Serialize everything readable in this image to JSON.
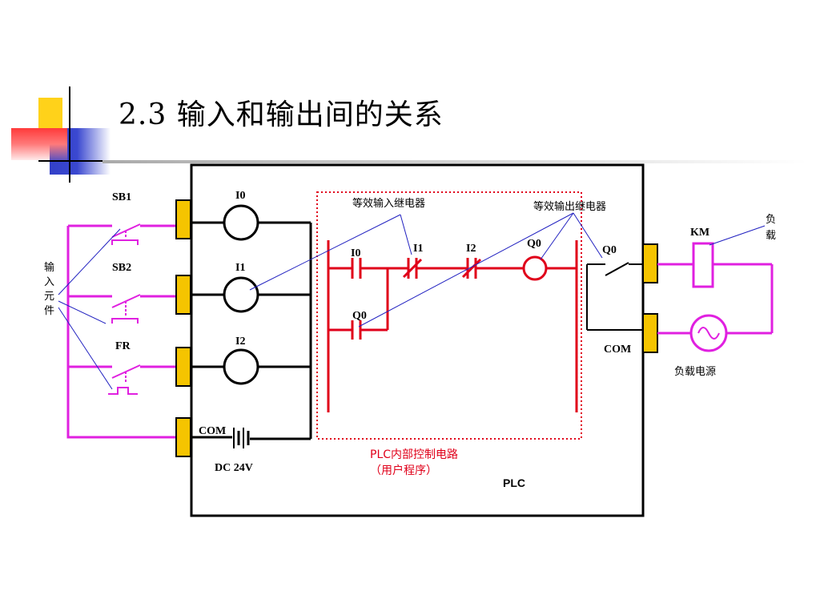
{
  "title": "2.3  输入和输出间的关系",
  "labels": {
    "sb1": "SB1",
    "sb2": "SB2",
    "fr": "FR",
    "input_components_chars": [
      "输",
      "入",
      "元",
      "件"
    ],
    "coil_i0": "I0",
    "coil_i1": "I1",
    "coil_i2": "I2",
    "com_in": "COM",
    "dc": "DC 24V",
    "equiv_input_relay": "等效输入继电器",
    "equiv_output_relay": "等效输出继电器",
    "ladder_i0": "I0",
    "ladder_i1": "I1",
    "ladder_i2": "I2",
    "ladder_q0_coil": "Q0",
    "ladder_q0_contact": "Q0",
    "q0_out": "Q0",
    "com_out": "COM",
    "km": "KM",
    "load_chars": [
      "负",
      "载"
    ],
    "load_power": "负载电源",
    "plc_internal": "PLC内部控制电路",
    "user_program": "（用户程序）",
    "plc": "PLC"
  },
  "colors": {
    "pink": "#e020e0",
    "red": "#e0001a",
    "blue": "#2020c0",
    "terminal": "#f5c400",
    "black": "#000000"
  }
}
